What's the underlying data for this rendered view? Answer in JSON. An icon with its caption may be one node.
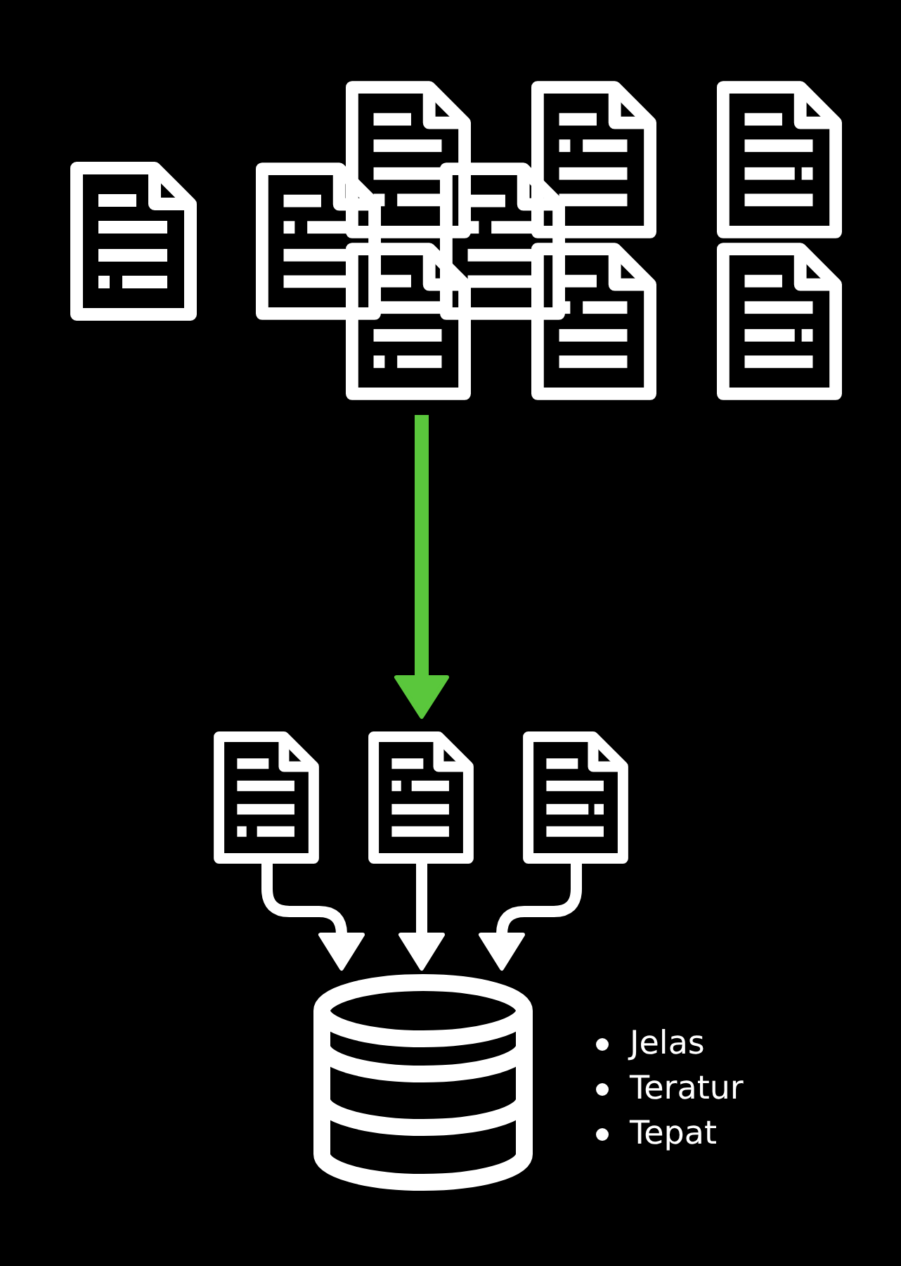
{
  "diagram": {
    "nodes": [
      {
        "text": [],
        "shape": "document"
      },
      {
        "text": [],
        "shape": "document"
      },
      {
        "text": [],
        "shape": "document"
      },
      {
        "text": [],
        "shape": "document"
      },
      {
        "text": [],
        "shape": "document"
      },
      {
        "text": [],
        "shape": "document"
      },
      {
        "text": [],
        "shape": "document"
      },
      {
        "text": [],
        "shape": "document"
      },
      {
        "text": [],
        "shape": "document"
      },
      {
        "text": [],
        "shape": "document"
      },
      {
        "text": [],
        "shape": "document"
      },
      {
        "text": [],
        "shape": "document"
      },
      {
        "text": [],
        "shape": "cylinder"
      }
    ],
    "edges": [
      {
        "from": 6,
        "to": 10,
        "arrow": "to",
        "color": "#5ac73c"
      },
      {
        "from": 9,
        "to": 12,
        "arrow": "to"
      },
      {
        "from": 10,
        "to": 12,
        "arrow": "to"
      },
      {
        "from": 11,
        "to": 12,
        "arrow": "to"
      }
    ],
    "labels": [
      "Jelas",
      "Teratur",
      "Tepat"
    ]
  }
}
